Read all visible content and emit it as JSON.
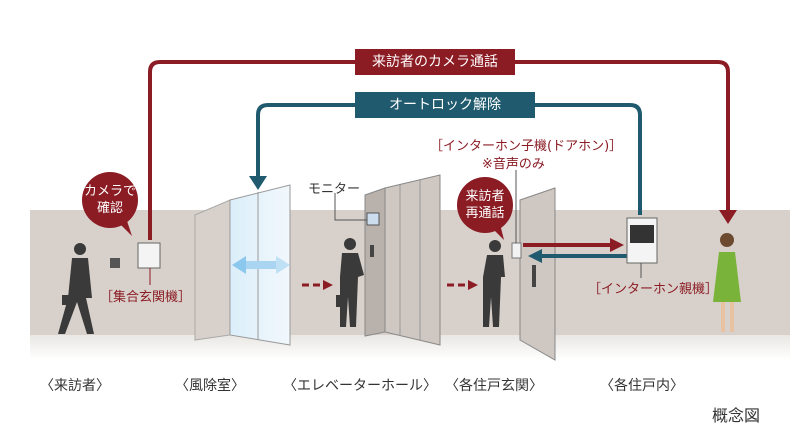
{
  "flows": {
    "camera_call": "来訪者のカメラ通話",
    "autolock_release": "オートロック解除"
  },
  "callouts": {
    "camera_check": [
      "カメラで",
      "確認"
    ],
    "visitor_recall": [
      "来訪者",
      "再通話"
    ],
    "monitor": "モニター",
    "entrance_panel": "［集合玄関機］",
    "door_phone": "［インターホン子機(ドアホン)］",
    "door_phone_note": "※音声のみ",
    "master_unit": "［インターホン親機］"
  },
  "locations": [
    "〈来訪者〉",
    "〈風除室〉",
    "〈エレベーターホール〉",
    "〈各住戸玄関〉",
    "〈各住戸内〉"
  ],
  "note": "概念図",
  "colors": {
    "red": "#8b1c24",
    "teal": "#1f5a6e",
    "wall": "#d8d1cb"
  }
}
